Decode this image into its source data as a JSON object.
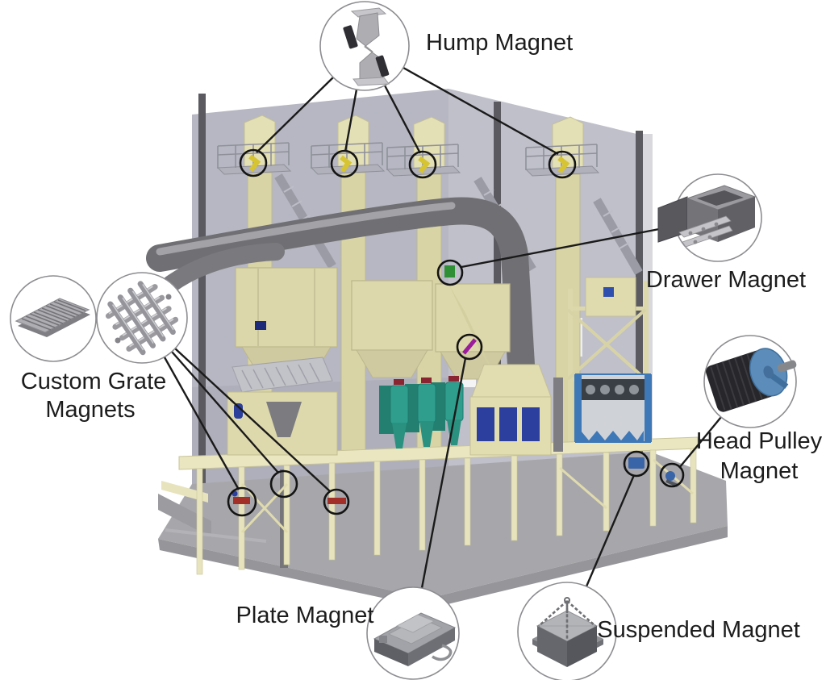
{
  "figure": {
    "type": "equipment-location-diagram",
    "subject": "Processing plant with magnetic separator locations",
    "callouts": [
      {
        "id": "hump-magnet",
        "label": "Hump Magnet"
      },
      {
        "id": "drawer-magnet",
        "label": "Drawer Magnet"
      },
      {
        "id": "custom-grate-magnets",
        "label_line1": "Custom Grate",
        "label_line2": "Magnets"
      },
      {
        "id": "head-pulley-magnet",
        "label_line1": "Head Pulley",
        "label_line2": "Magnet"
      },
      {
        "id": "plate-magnet",
        "label": "Plate Magnet"
      },
      {
        "id": "suspended-magnet",
        "label": "Suspended Magnet"
      }
    ],
    "location_marker_counts": {
      "hump_magnet": 4,
      "drawer_magnet": 1,
      "custom_grate_magnets": 3,
      "head_pulley_magnet": 1,
      "plate_magnet": 1,
      "suspended_magnet": 1
    },
    "colors": {
      "background": "#ffffff",
      "wall": "#b7b8c3",
      "wall_right": "#c0c1cb",
      "structure_cream": "#e5e1b8",
      "structure_cream_dark": "#d6d1a2",
      "steel_dark": "#5a5a60",
      "pipe_gray": "#717175",
      "floor_gray": "#a7a7ab",
      "machine_teal": "#2f9e8d",
      "machine_blue": "#3e78b6",
      "panel_blue": "#2c3f9e",
      "marker_stroke": "#141414",
      "hump_yellow": "#d6c433",
      "drawer_green": "#2e8f35",
      "plate_magenta": "#9b1c9b",
      "grate_red": "#a33028",
      "suspended_blue": "#3a64a8",
      "label_text": "#1c1c1c"
    }
  }
}
